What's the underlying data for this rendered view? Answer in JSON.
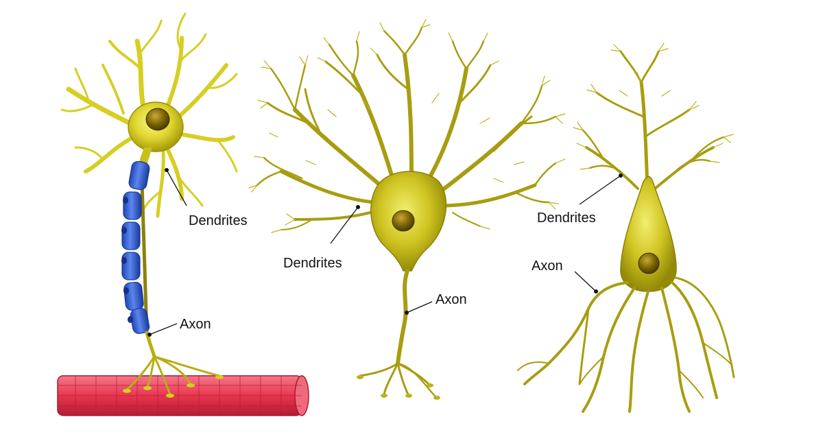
{
  "colors": {
    "neuron_fill": "#c8c01a",
    "neuron_dark": "#8c8208",
    "soma_highlight": "#f4f060",
    "bright_yellow": "#e8e43a",
    "nucleus": "#6b5a00",
    "nucleus_highlight": "#c9a83a",
    "myelin": "#2f5fd0",
    "myelin_dark": "#1a3a9a",
    "muscle": "#e8364f",
    "muscle_dark": "#b21c33",
    "background": "#ffffff"
  },
  "neurons": [
    {
      "dendrites_label": "Dendrites",
      "axon_label": "Axon"
    },
    {
      "dendrites_label": "Dendrites",
      "axon_label": "Axon"
    },
    {
      "dendrites_label": "Dendrites",
      "axon_label": "Axon"
    }
  ]
}
